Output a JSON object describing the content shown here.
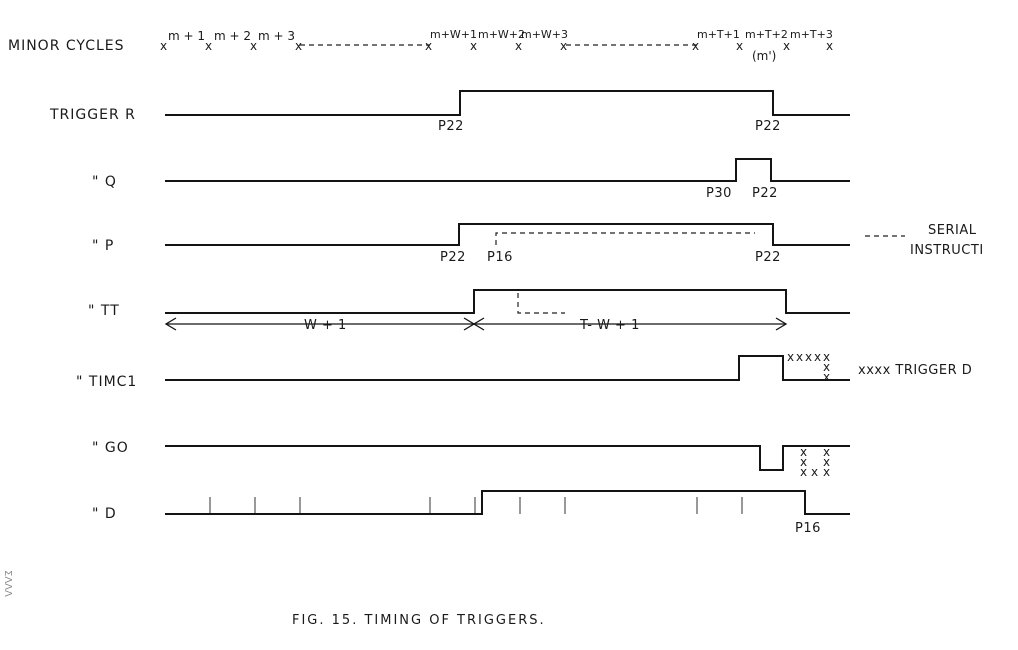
{
  "caption": "FIG. 15.  TIMING OF TRIGGERS.",
  "minor_cycles": {
    "title": "MINOR CYCLES",
    "labels": [
      "m + 1",
      "m + 2",
      "m + 3",
      "m+W+1",
      "m+W+2",
      "m+W+3",
      "m+T+1",
      "m+T+2",
      "(m')",
      "m+T+3"
    ]
  },
  "signals": [
    {
      "id": "R",
      "label": "TRIGGER R"
    },
    {
      "id": "Q",
      "label": "\"   Q"
    },
    {
      "id": "P",
      "label": "\"   P"
    },
    {
      "id": "TT",
      "label": "\"   TT"
    },
    {
      "id": "TIMC1",
      "label": "\" TIMC1"
    },
    {
      "id": "GO",
      "label": "\"   GO"
    },
    {
      "id": "D",
      "label": "\"   D"
    }
  ],
  "pulses": {
    "r_rise": "P22",
    "r_fall": "P22",
    "q_rise": "P30",
    "q_fall": "P22",
    "p_rise": "P22",
    "p_dash": "P16",
    "p_fall": "P22",
    "d_fall": "P16"
  },
  "intervals": {
    "first": "W + 1",
    "second": "T- W + 1"
  },
  "legend": {
    "serial_line1": "SERIAL",
    "serial_line2": "INSTRUCTI",
    "trigger": "xxxx TRIGGER D"
  },
  "margin_mark": "ΣΛΛΛ"
}
